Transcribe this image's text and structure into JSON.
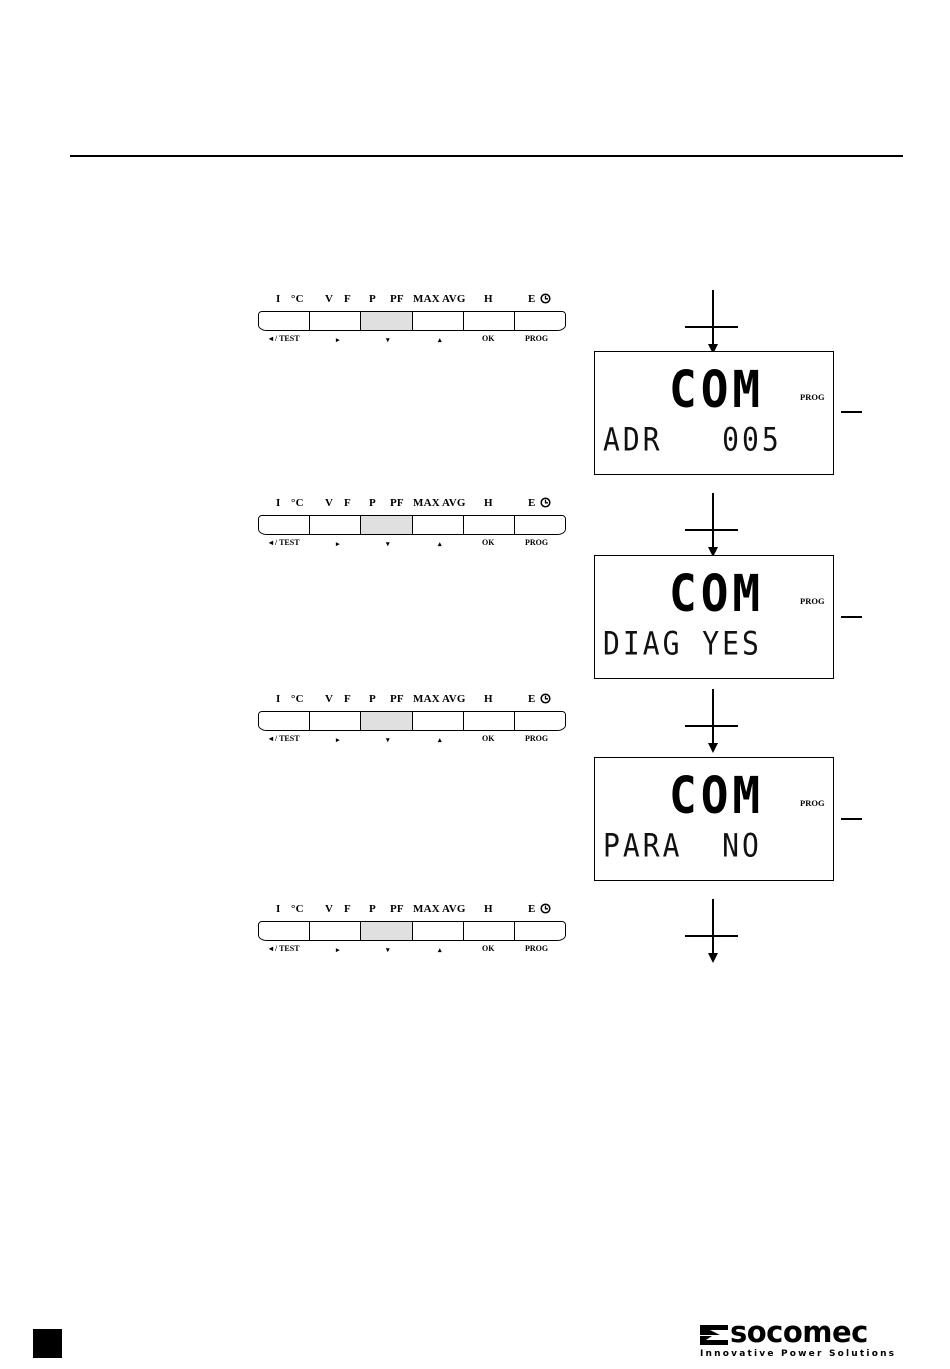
{
  "keypad": {
    "top_labels": [
      "I",
      "°C",
      "V",
      "F",
      "P",
      "PF",
      "MAX",
      "AVG",
      "H",
      "E"
    ],
    "clock_icon": "clock-icon",
    "bottom_labels": [
      "◂ / TEST",
      "▸",
      "▾",
      "▴",
      "OK",
      "PROG"
    ],
    "keys": [
      "I °C",
      "V F",
      "P PF",
      "MAX AVG",
      "H",
      "E clock"
    ],
    "active_key": "P PF",
    "active_color": "#e0e0e0"
  },
  "screens": [
    {
      "main": "COM",
      "indicator": "PROG",
      "line": "ADR   005"
    },
    {
      "main": "COM",
      "indicator": "PROG",
      "line": "DIAG YES"
    },
    {
      "main": "COM",
      "indicator": "PROG",
      "line": "PARA  NO"
    }
  ],
  "footer": {
    "brand": "socomec",
    "tagline": "Innovative Power Solutions"
  }
}
